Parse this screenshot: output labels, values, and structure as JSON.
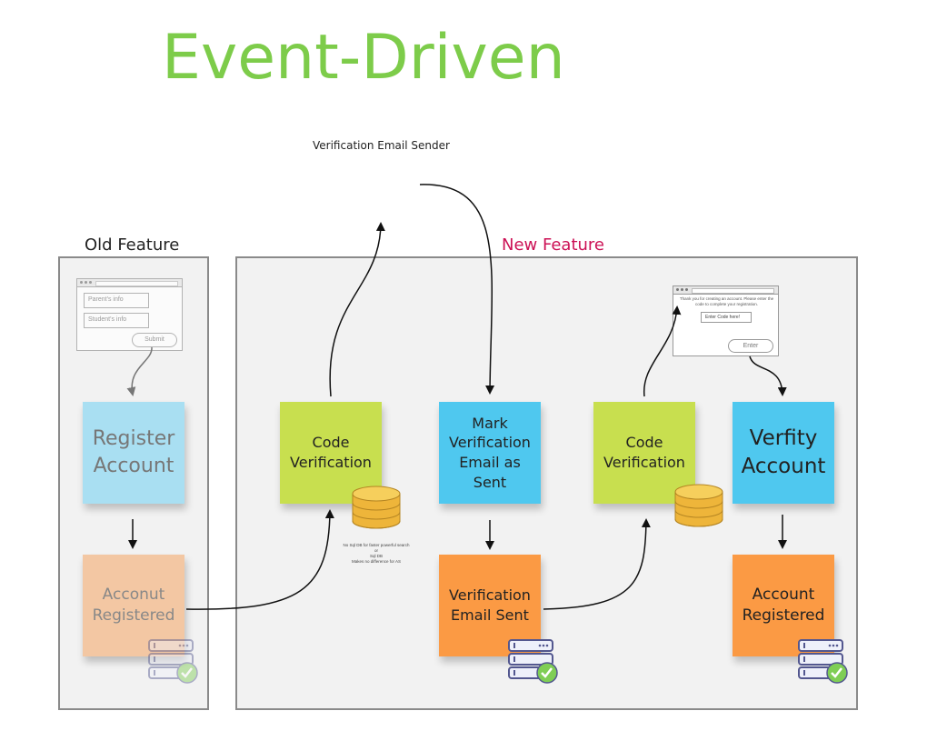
{
  "title": "Event-Driven",
  "external_service": "Verification Email Sender",
  "groups": {
    "old": {
      "label": "Old Feature"
    },
    "new": {
      "label": "New Feature"
    }
  },
  "old_form": {
    "fields": [
      "Parent's info",
      "Student's info"
    ],
    "button": "Submit"
  },
  "verify_form": {
    "message": "Thank you for creating an account. Please enter the code to complete your registration.",
    "field": "Enter Code here!",
    "button": "Enter"
  },
  "stickies": {
    "register_account": "Register Account",
    "acconut_registered_old": "Acconut Registered",
    "code_verification_1": "Code Verification",
    "mark_verification": "Mark Verification Email as Sent",
    "verification_email_sent": "Verification Email Sent",
    "code_verification_2": "Code Verification",
    "verfity_account": "Verfity Account",
    "account_registered_new": "Account Registered"
  },
  "db_note": [
    "No Sql DB for faster powerful search",
    "or",
    "Sql DB",
    "Makes no difference for AS"
  ],
  "colors": {
    "title": "#7dcc4a",
    "new_feature_label": "#cc1155",
    "blue_sticky": "#4fc8ef",
    "blue_sticky_faded": "#a9dff2",
    "orange_sticky": "#fb9a44",
    "orange_sticky_faded": "#f3c7a3",
    "green_sticky": "#c8df4f",
    "database": "#f2c14b"
  },
  "icons": [
    "database-icon",
    "server-check-icon",
    "browser-window-icon"
  ]
}
